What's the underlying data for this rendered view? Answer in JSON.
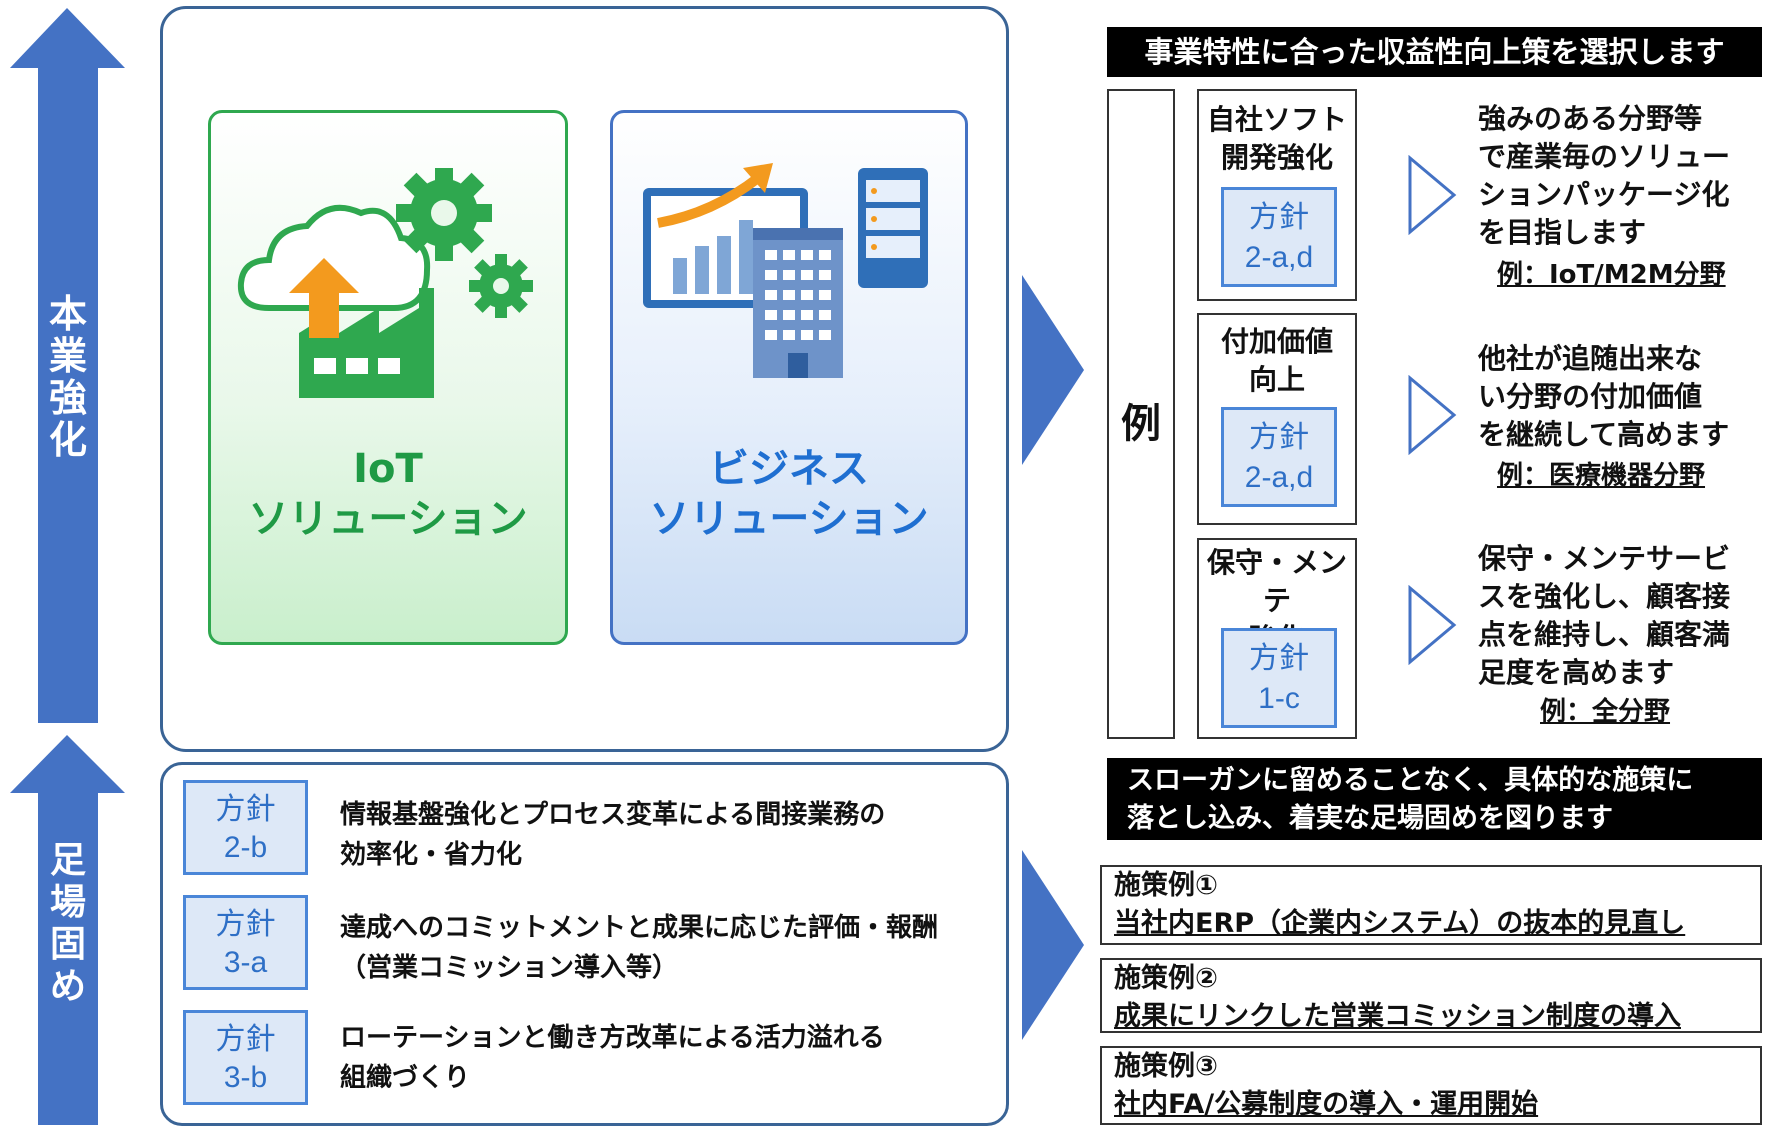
{
  "left_arrows": {
    "top_label": [
      "本",
      "業",
      "強",
      "化"
    ],
    "bottom_label": [
      "足",
      "場",
      "固",
      "め"
    ]
  },
  "cards": {
    "iot": {
      "line1": "IoT",
      "line2": "ソリューション",
      "icon": "cloud-factory-gears-icon"
    },
    "biz": {
      "line1": "ビジネス",
      "line2": "ソリューション",
      "icon": "chart-building-server-icon"
    }
  },
  "bottom_policies": [
    {
      "policy": [
        "方針",
        "2-b"
      ],
      "text": [
        "情報基盤強化とプロセス変革による間接業務の",
        "効率化・省力化"
      ]
    },
    {
      "policy": [
        "方針",
        "3-a"
      ],
      "text": [
        "達成へのコミットメントと成果に応じた評価・報酬",
        "（営業コミッション導入等）"
      ]
    },
    {
      "policy": [
        "方針",
        "3-b"
      ],
      "text": [
        "ローテーションと働き方改革による活力溢れる",
        "組織づくり"
      ]
    }
  ],
  "right_top": {
    "header": "事業特性に合った収益性向上策を選択します",
    "rei": "例",
    "examples": [
      {
        "title": [
          "自社ソフト",
          "開発強化"
        ],
        "policy": [
          "方針",
          "2-a,d"
        ],
        "desc": [
          "強みのある分野等",
          "で産業毎のソリュー",
          "ションパッケージ化",
          "を目指します"
        ],
        "example": "例：IoT/M2M分野"
      },
      {
        "title": [
          "付加価値",
          "向上"
        ],
        "policy": [
          "方針",
          "2-a,d"
        ],
        "desc": [
          "他社が追随出来な",
          "い分野の付加価値",
          "を継続して高めます"
        ],
        "example": "例：医療機器分野"
      },
      {
        "title": [
          "保守・メンテ",
          "強化"
        ],
        "policy": [
          "方針",
          "1-c"
        ],
        "desc": [
          "保守・メンテサービ",
          "スを強化し、顧客接",
          "点を維持し、顧客満",
          "足度を高めます"
        ],
        "example": "例：全分野"
      }
    ]
  },
  "right_bottom": {
    "header": [
      "スローガンに留めることなく、具体的な施策に",
      "落とし込み、着実な足場固めを図ります"
    ],
    "measures": [
      {
        "label": "施策例①",
        "text": "当社内ERP（企業内システム）の抜本的見直し"
      },
      {
        "label": "施策例②",
        "text": "成果にリンクした営業コミッション制度の導入"
      },
      {
        "label": "施策例③",
        "text": "社内FA/公募制度の導入・運用開始"
      }
    ]
  },
  "colors": {
    "arrow": "#4472C4",
    "iot": "#2FA84F",
    "biz": "#1F6FD1",
    "panel_border": "#3A6496"
  }
}
